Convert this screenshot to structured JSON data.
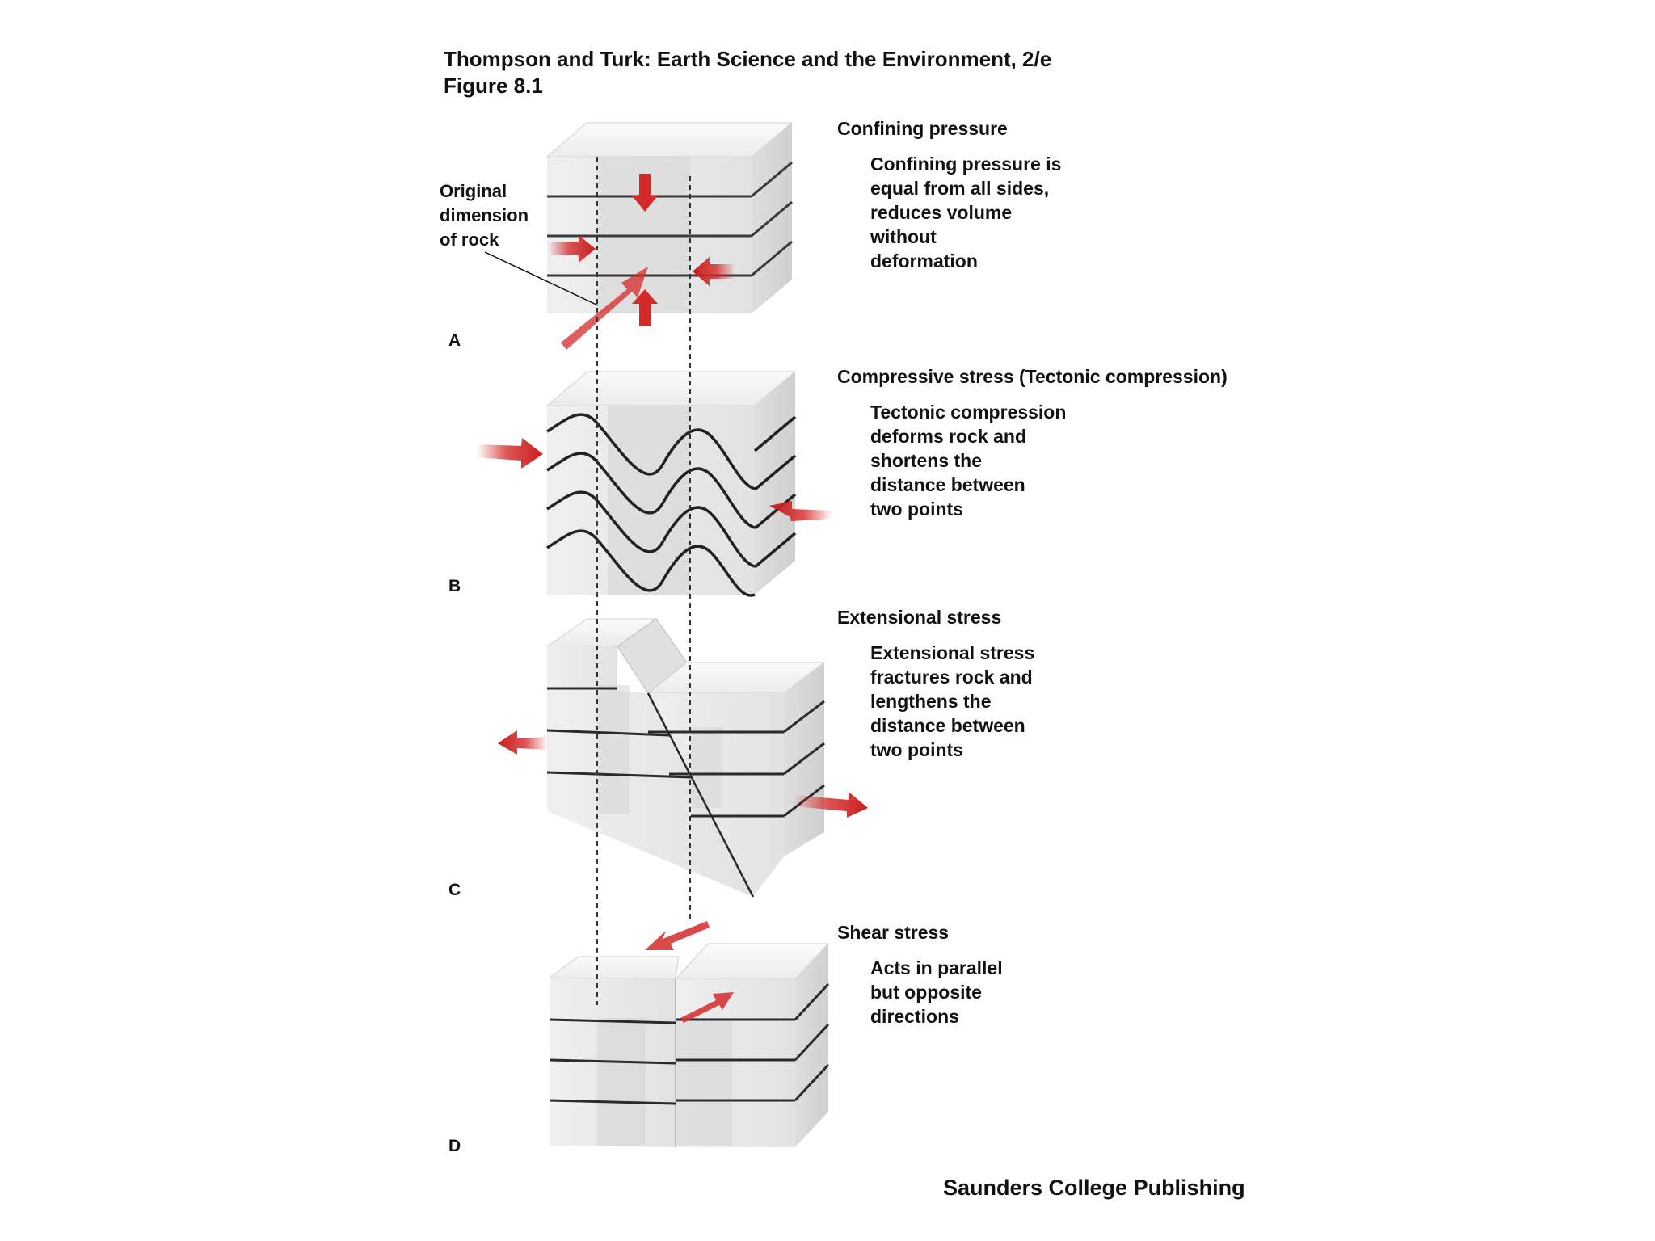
{
  "header": {
    "line1": "Thompson and Turk: Earth Science and the Environment, 2/e",
    "line2": "Figure 8.1"
  },
  "original_label": [
    "Original",
    "dimension",
    "of rock"
  ],
  "panels": [
    {
      "letter": "A",
      "title": "Confining pressure",
      "description": [
        "Confining pressure is",
        "equal from all sides,",
        "reduces volume",
        "without",
        "deformation"
      ]
    },
    {
      "letter": "B",
      "title": "Compressive stress (Tectonic compression)",
      "description": [
        "Tectonic compression",
        "deforms rock and",
        "shortens the",
        "distance between",
        "two points"
      ]
    },
    {
      "letter": "C",
      "title": "Extensional stress",
      "description": [
        "Extensional stress",
        "fractures rock and",
        "lengthens the",
        "distance between",
        "two points"
      ]
    },
    {
      "letter": "D",
      "title": "Shear stress",
      "description": [
        "Acts in parallel",
        "but opposite",
        "directions"
      ]
    }
  ],
  "publisher": "Saunders College Publishing",
  "colors": {
    "arrow": "#d42a2a",
    "block_top": "#f3f3f3",
    "block_front": "#e6e6e6",
    "block_side": "#d2d2d2",
    "layer_line": "#333333",
    "shaded_zone": "#c8c8c8"
  }
}
